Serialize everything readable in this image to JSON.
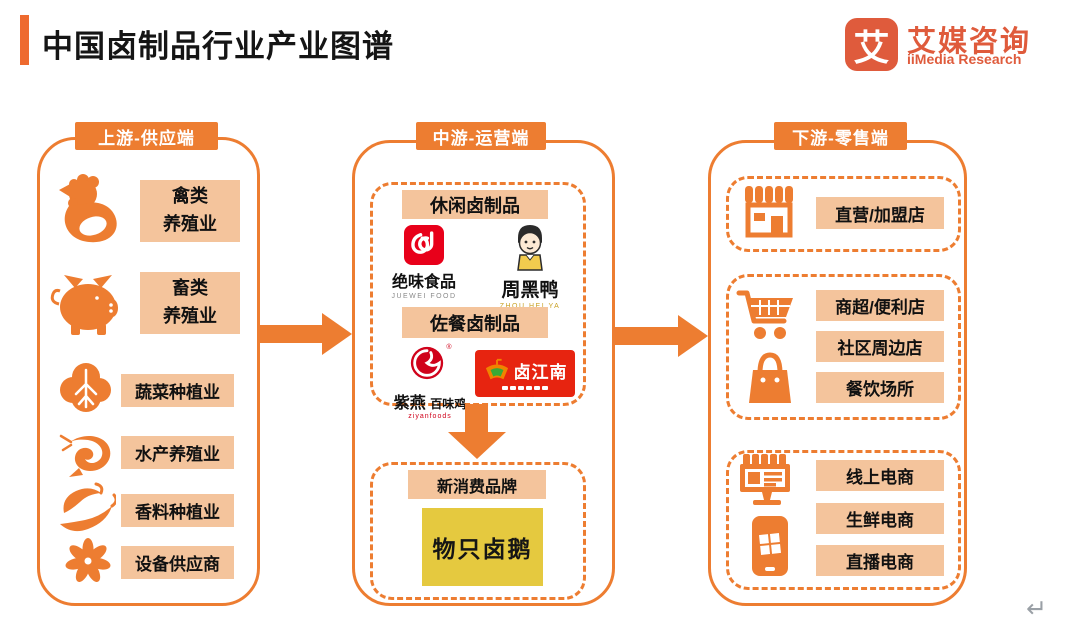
{
  "page": {
    "title": "中国卤制品行业产业图谱",
    "return_mark": "↵"
  },
  "logo": {
    "glyph": "艾",
    "name_cn": "艾媒咨询",
    "name_en": "iiMedia Research"
  },
  "colors": {
    "accent_orange": "#ED7D31",
    "peach_label": "#F4C49C",
    "title_bar": "#EE6A2F",
    "logo_red": "#DF5B3C",
    "juewei_red": "#E8001A",
    "lujiangnan_red": "#E72410",
    "ziyan_red": "#D0021B",
    "zhouheiya_yellow": "#F2CB4E",
    "wuzhiluee_yellow": "#E5C93F"
  },
  "upstream": {
    "header": "上游-供应端",
    "items": [
      {
        "icon": "chicken-icon",
        "label": "禽类\n养殖业"
      },
      {
        "icon": "pig-icon",
        "label": "畜类\n养殖业"
      },
      {
        "icon": "vegetable-icon",
        "label": "蔬菜种植业"
      },
      {
        "icon": "shrimp-icon",
        "label": "水产养殖业"
      },
      {
        "icon": "chili-icon",
        "label": "香料种植业"
      },
      {
        "icon": "star-anise-icon",
        "label": "设备供应商"
      }
    ]
  },
  "midstream": {
    "header": "中游-运营端",
    "snack_label": "休闲卤制品",
    "meal_label": "佐餐卤制品",
    "new_brand_label": "新消费品牌",
    "brands": {
      "juewei": {
        "name": "绝味食品",
        "sub": "JUEWEI FOOD"
      },
      "zhouheiya": {
        "name": "周黑鸭",
        "sub": "ZHOU HEI YA"
      },
      "ziyan": {
        "name_main": "紫燕",
        "name_rest": "百味鸡",
        "sub": "ziyanfoods",
        "reg": "®"
      },
      "lujiangnan": {
        "name": "卤江南"
      },
      "wuzhiluee": {
        "name": "物只卤鹅"
      }
    }
  },
  "downstream": {
    "header": "下游-零售端",
    "groups": [
      {
        "icons": [
          "storefront-icon"
        ],
        "labels": [
          "直营/加盟店"
        ]
      },
      {
        "icons": [
          "cart-icon",
          "bag-icon"
        ],
        "labels": [
          "商超/便利店",
          "社区周边店",
          "餐饮场所"
        ]
      },
      {
        "icons": [
          "monitor-icon",
          "smartphone-icon"
        ],
        "labels": [
          "线上电商",
          "生鲜电商",
          "直播电商"
        ]
      }
    ]
  }
}
